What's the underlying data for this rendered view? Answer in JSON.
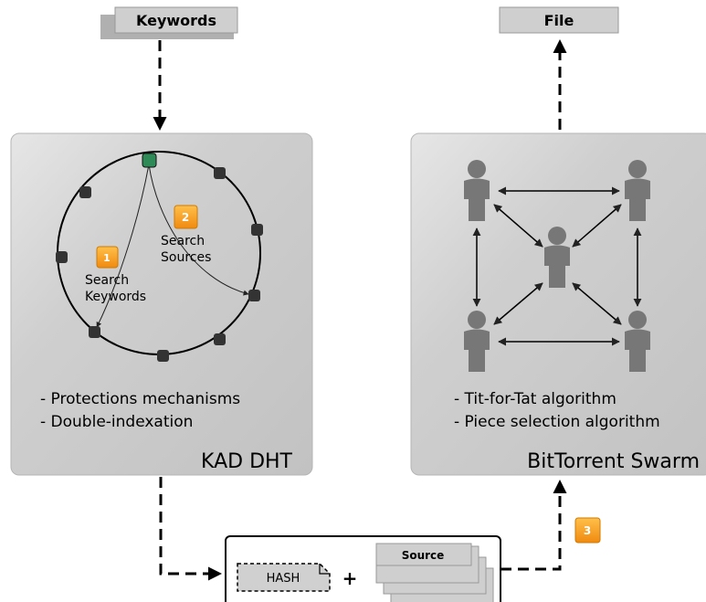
{
  "inputs": {
    "keywords": "Keywords",
    "file": "File"
  },
  "kad_panel": {
    "title": "KAD DHT",
    "bullets": [
      "- Protections mechanisms",
      "- Double-indexation"
    ],
    "step1_number": "1",
    "step1_label_line1": "Search",
    "step1_label_line2": "Keywords",
    "step2_number": "2",
    "step2_label_line1": "Search",
    "step2_label_line2": "Sources"
  },
  "swarm_panel": {
    "title": "BitTorrent Swarm",
    "bullets": [
      "- Tit-for-Tat algorithm",
      "- Piece selection algorithm"
    ]
  },
  "bottom_box": {
    "hash_label": "HASH",
    "plus": "+",
    "source_label": "Source"
  },
  "step3_number": "3",
  "colors": {
    "panel": "#c9c9c9",
    "badge": "#f6a01a",
    "root_node": "#2e8b57",
    "node": "#333333",
    "person": "#777777",
    "tag": "#c8c8c8"
  }
}
